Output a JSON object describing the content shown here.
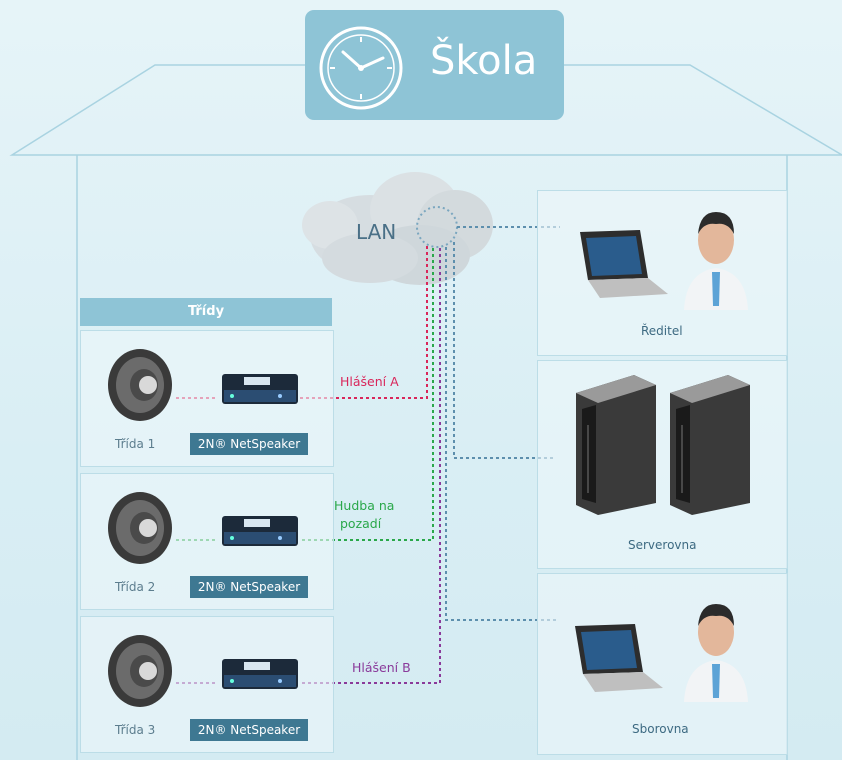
{
  "title": "Škola",
  "cloud_label": "LAN",
  "classes_header": "Třídy",
  "classes": [
    {
      "name": "Třída 1",
      "device": "2N® NetSpeaker"
    },
    {
      "name": "Třída 2",
      "device": "2N® NetSpeaker"
    },
    {
      "name": "Třída 3",
      "device": "2N® NetSpeaker"
    }
  ],
  "links": {
    "a": "Hlášení A",
    "music_line1": "Hudba na",
    "music_line2": "pozadí",
    "b": "Hlášení B"
  },
  "rooms": {
    "director": "Ředitel",
    "server_room": "Serverovna",
    "staff_room": "Sborovna"
  },
  "colors": {
    "red_line": "#d9265a",
    "green_line": "#2aa84a",
    "purple_line": "#8a3a9a",
    "blue_line": "#5d8fad",
    "accent": "#8ec4d6",
    "badge": "#3e7892"
  }
}
